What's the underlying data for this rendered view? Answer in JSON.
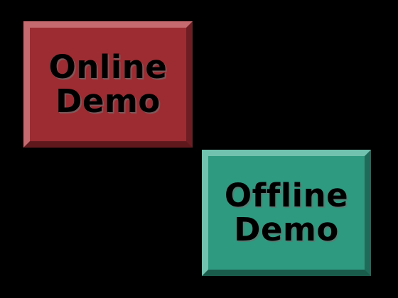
{
  "buttons": {
    "online": {
      "line1": "Online",
      "line2": "Demo",
      "color": "#9c2c32"
    },
    "offline": {
      "line1": "Offline",
      "line2": "Demo",
      "color": "#2e9a80"
    }
  },
  "background_color": "#000000"
}
